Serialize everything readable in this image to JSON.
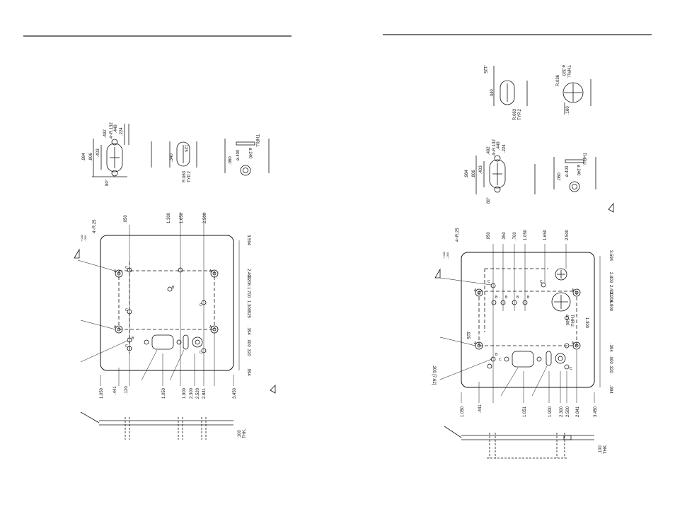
{
  "left": {
    "detail_top": [
      "4~R.132",
      ".449",
      ".224",
      ".492",
      ".984",
      ".806",
      ".403",
      "80°"
    ],
    "detail_slot": [
      ".125",
      ".340",
      "R.063",
      "TYP.2"
    ],
    "detail_hole": [
      ".060",
      "ø.400",
      "ø.240",
      "THRU."
    ],
    "top_dims": [
      "4~R.25",
      ".050",
      "1.300",
      "1.650",
      "2.500"
    ],
    "tol": [
      "+.003",
      "-.000"
    ],
    "right_dims": [
      "3.594",
      "2.400",
      "2.206",
      "1.700",
      "1.300",
      ".925",
      ".394",
      ".000",
      ".320",
      ".994"
    ],
    "bottom_dims": [
      "1.050",
      ".441",
      ".120",
      "1.050",
      "1.900",
      "2.300",
      "2.520",
      "2.841",
      "3.450"
    ],
    "hole_labels": [
      "A",
      "A",
      "A",
      "A",
      "B",
      "B",
      "C",
      "C",
      "C",
      "C",
      "C"
    ],
    "thk": [
      ".100",
      "THK."
    ]
  },
  "right": {
    "detail_slot": [
      ".125",
      ".340",
      "R.063",
      "TYP.2"
    ],
    "detail_large_hole": [
      "R.036",
      "ø.320",
      "THRU.",
      ".160"
    ],
    "detail_top": [
      "4~R.132",
      ".449",
      ".224",
      ".492",
      ".984",
      ".806",
      ".403",
      "80°"
    ],
    "detail_hole": [
      ".060",
      "ø.400",
      "ø.240",
      "THRU."
    ],
    "top_dims": [
      "4~R.25",
      ".050",
      ".350",
      ".700",
      "1.050",
      "1.650",
      "2.500"
    ],
    "tol": [
      "+.003",
      "-.000"
    ],
    "right_dims": [
      "3.594",
      "2.800",
      "2.400",
      "2.206",
      "1.900",
      "1.300",
      ".394",
      ".000",
      ".320",
      ".994"
    ],
    "inner_dims": [
      ".925",
      "ø.500",
      "THRU.",
      ".300 [7.62]"
    ],
    "bottom_dims": [
      "1.050",
      ".441",
      "1.051",
      "1.900",
      "2.300",
      "2.500",
      "2.841",
      "3.450"
    ],
    "hole_labels": [
      "A",
      "A",
      "A",
      "A",
      "B",
      "B",
      "B",
      "B",
      "B",
      "C",
      "C",
      "C",
      "C"
    ],
    "thk": [
      ".100",
      "THK."
    ]
  }
}
